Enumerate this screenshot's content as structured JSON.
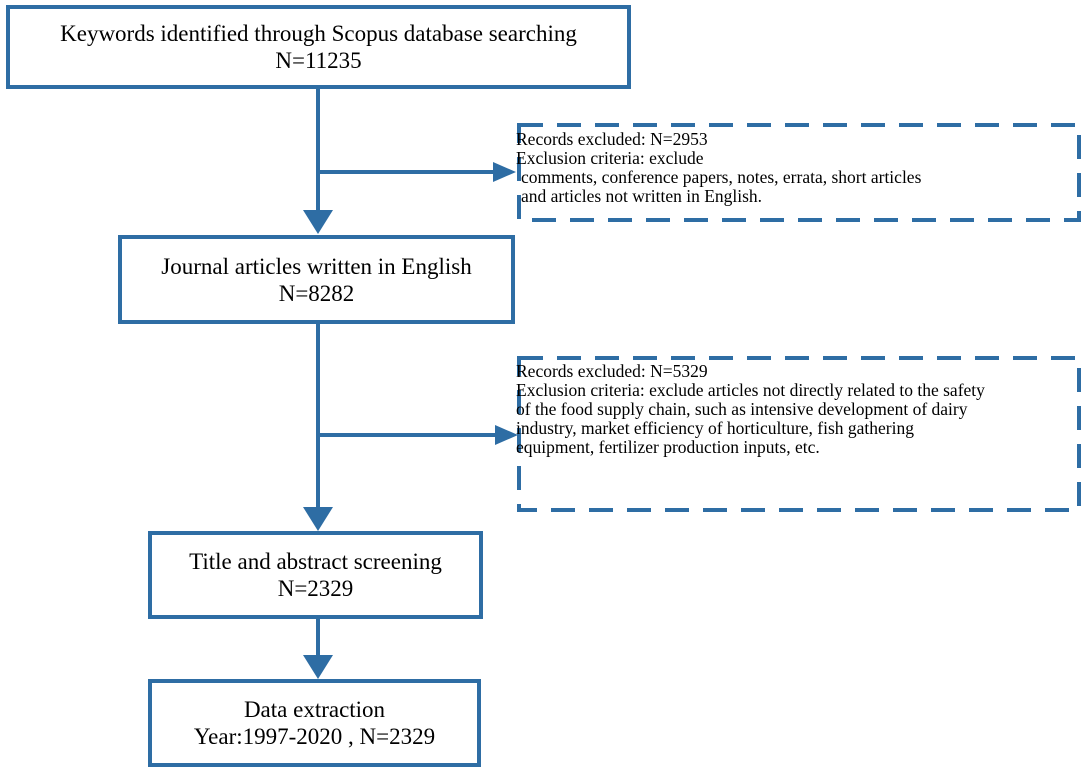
{
  "boxes": {
    "keywords": {
      "title": "Keywords identified through Scopus database searching",
      "count": "N=11235"
    },
    "journal": {
      "title": "Journal articles written in English",
      "count": "N=8282"
    },
    "screening": {
      "title": "Title and abstract screening",
      "count": "N=2329"
    },
    "extraction": {
      "title": "Data extraction",
      "detail": "Year:1997-2020 , N=2329"
    }
  },
  "exclusions": {
    "first": {
      "lines": [
        "Records excluded: N=2953",
        "Exclusion criteria: exclude",
        " comments, conference papers, notes, errata,  short articles",
        " and articles not written in English."
      ]
    },
    "second": {
      "lines": [
        "Records excluded: N=5329",
        "Exclusion criteria: exclude articles not directly related to the safety",
        "of the food supply chain, such as intensive development of dairy",
        "industry, market efficiency of horticulture, fish gathering",
        "equipment, fertilizer production inputs, etc."
      ]
    }
  },
  "colors": {
    "accent": "#2E6DA4"
  }
}
